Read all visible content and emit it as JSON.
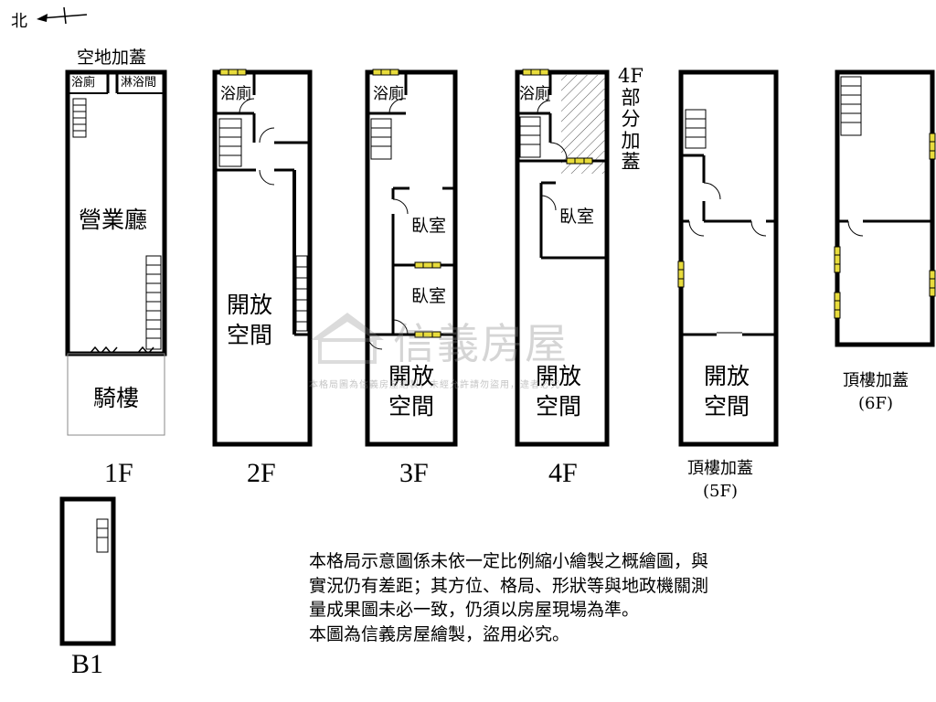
{
  "compass": {
    "label": "北"
  },
  "floors": {
    "f1": {
      "name": "1F",
      "top_label": "空地加蓋",
      "rooms": {
        "bath_left": "浴廁",
        "bath_right": "淋浴間",
        "hall": "營業廳",
        "arcade": "騎樓"
      }
    },
    "f2": {
      "name": "2F",
      "rooms": {
        "bath": "浴廁",
        "open_space": "開放\n空間"
      }
    },
    "f3": {
      "name": "3F",
      "rooms": {
        "bath": "浴廁",
        "bedroom1": "臥室",
        "bedroom2": "臥室",
        "open_space": "開放\n空間"
      }
    },
    "f4": {
      "name": "4F",
      "partial_label": "4F\n部\n分\n加\n蓋",
      "rooms": {
        "bath": "浴廁",
        "bedroom": "臥室",
        "open_space": "開放\n空間"
      }
    },
    "f5": {
      "name": "頂樓加蓋\n(5F)",
      "rooms": {
        "open_space": "開放\n空間"
      }
    },
    "f6": {
      "name": "頂樓加蓋\n(6F)"
    },
    "b1": {
      "name": "B1"
    }
  },
  "watermark": {
    "brand": "信義房屋",
    "notice": "本格局圖為信義房屋繪製，未經允許請勿盜用，違者必究"
  },
  "disclaimer": [
    "本格局示意圖係未依一定比例縮小繪製之概繪圖，與",
    "實況仍有差距；其方位、格局、形狀等與地政機關測",
    "量成果圖未必一致，仍須以房屋現場為準。",
    "本圖為信義房屋繪製，盜用必究。"
  ],
  "colors": {
    "wall": "#000000",
    "window": "#e8dc3c",
    "watermark": "#8a8a8a"
  }
}
